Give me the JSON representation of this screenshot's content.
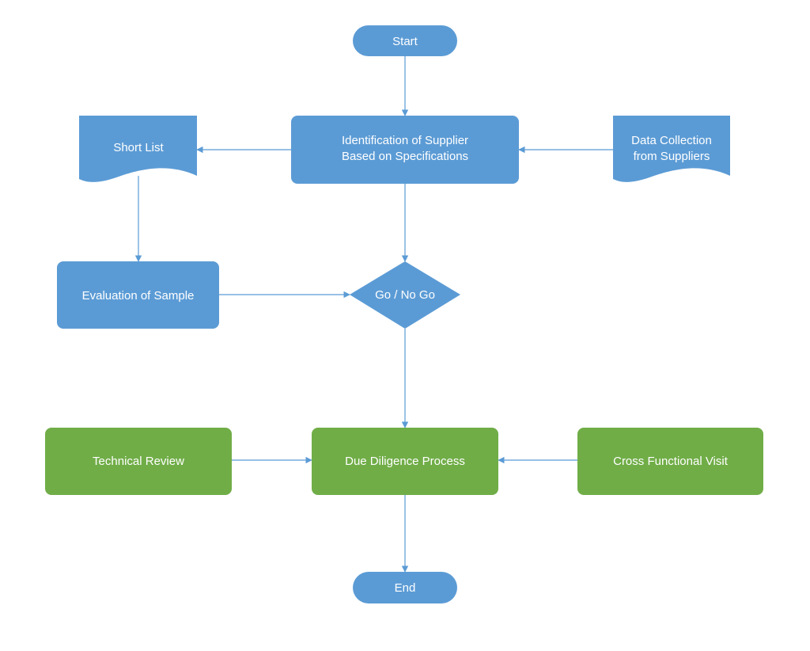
{
  "colors": {
    "blue": "#5b9bd5",
    "green": "#70ad47",
    "connector": "#5b9bd5"
  },
  "nodes": {
    "start": {
      "label": "Start"
    },
    "identification": {
      "line1": "Identification of Supplier",
      "line2": "Based on Specifications"
    },
    "short_list": {
      "label": "Short List"
    },
    "data_collection": {
      "line1": "Data Collection",
      "line2": "from Suppliers"
    },
    "evaluation": {
      "label": "Evaluation of Sample"
    },
    "go_no_go": {
      "label": "Go / No Go"
    },
    "technical_review": {
      "label": "Technical Review"
    },
    "due_diligence": {
      "label": "Due Diligence Process"
    },
    "cross_functional": {
      "label": "Cross Functional Visit"
    },
    "end": {
      "label": "End"
    }
  }
}
